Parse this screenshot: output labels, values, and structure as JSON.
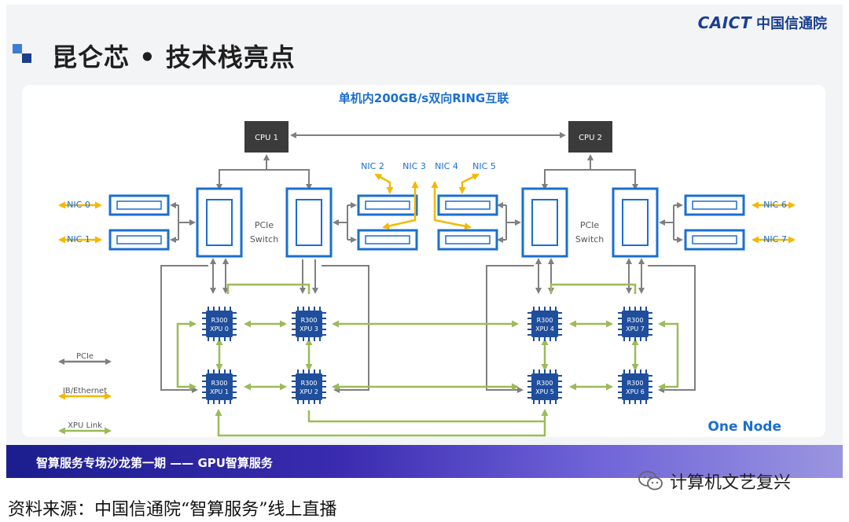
{
  "logo": {
    "en": "CAICT",
    "cn": "中国信通院"
  },
  "slide_title": "昆仑芯 • 技术栈亮点",
  "diagram": {
    "heading": "单机内200GB/s双向RING互联",
    "cpus": [
      "CPU 1",
      "CPU 2"
    ],
    "switch_label": [
      "PCIe",
      "Switch"
    ],
    "nics_left": [
      "NIC 0",
      "NIC 1"
    ],
    "nics_center": [
      "NIC 2",
      "NIC 3",
      "NIC 4",
      "NIC 5"
    ],
    "nics_right": [
      "NIC 6",
      "NIC 7"
    ],
    "xpus": [
      {
        "model": "R300",
        "label": "XPU 0"
      },
      {
        "model": "R300",
        "label": "XPU 3"
      },
      {
        "model": "R300",
        "label": "XPU 1"
      },
      {
        "model": "R300",
        "label": "XPU 2"
      },
      {
        "model": "R300",
        "label": "XPU 4"
      },
      {
        "model": "R300",
        "label": "XPU 7"
      },
      {
        "model": "R300",
        "label": "XPU 5"
      },
      {
        "model": "R300",
        "label": "XPU 6"
      }
    ],
    "legend": [
      {
        "label": "PCIe",
        "color": "#7f7f7f"
      },
      {
        "label": "IB/Ethernet",
        "color": "#f5b800"
      },
      {
        "label": "XPU Link",
        "color": "#9bbb59"
      }
    ],
    "node_label": "One Node"
  },
  "footer": {
    "text": "智算服务专场沙龙第一期 —— GPU智算服务"
  },
  "watermark": {
    "text": "计算机文艺复兴"
  },
  "caption": "资料来源：中国信通院“智算服务”线上直播",
  "colors": {
    "pcie": "#7f7f7f",
    "ib": "#f5b800",
    "xpu_link": "#9bbb59",
    "chip": "#1f4e9c",
    "accent_blue": "#1a6fd1",
    "cpu": "#3b3b3b"
  }
}
